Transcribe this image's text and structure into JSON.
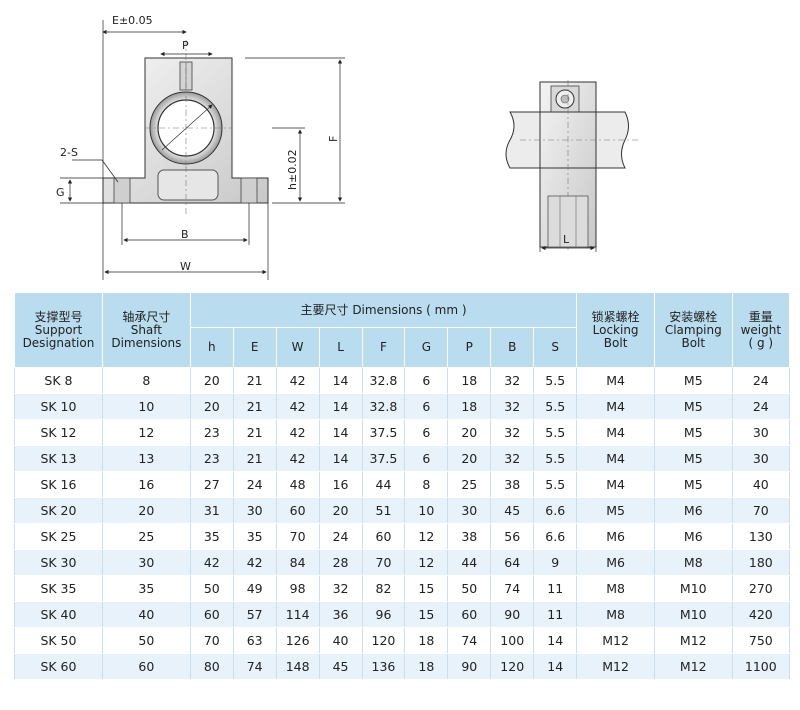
{
  "drawing": {
    "front_labels": {
      "e": "E±0.05",
      "p": "P",
      "two_s": "2-S",
      "g": "G",
      "h": "h±0.02",
      "f": "F",
      "b": "B",
      "w": "W"
    },
    "side_labels": {
      "l": "L"
    }
  },
  "table": {
    "header": {
      "support": {
        "cn": "支撑型号",
        "en1": "Support",
        "en2": "Designation"
      },
      "shaft": {
        "cn": "轴承尺寸",
        "en1": "Shaft",
        "en2": "Dimensions"
      },
      "main_dims": "主要尺寸 Dimensions ( mm )",
      "locking": {
        "cn": "锁紧螺栓",
        "en1": "Locking",
        "en2": "Bolt"
      },
      "clamping": {
        "cn": "安装螺栓",
        "en1": "Clamping",
        "en2": "Bolt"
      },
      "weight": {
        "cn": "重量",
        "en1": "weight",
        "en2": "( g )"
      },
      "dims": [
        "h",
        "E",
        "W",
        "L",
        "F",
        "G",
        "P",
        "B",
        "S"
      ]
    },
    "rows": [
      [
        "SK 8",
        "8",
        "20",
        "21",
        "42",
        "14",
        "32.8",
        "6",
        "18",
        "32",
        "5.5",
        "M4",
        "M5",
        "24"
      ],
      [
        "SK 10",
        "10",
        "20",
        "21",
        "42",
        "14",
        "32.8",
        "6",
        "18",
        "32",
        "5.5",
        "M4",
        "M5",
        "24"
      ],
      [
        "SK 12",
        "12",
        "23",
        "21",
        "42",
        "14",
        "37.5",
        "6",
        "20",
        "32",
        "5.5",
        "M4",
        "M5",
        "30"
      ],
      [
        "SK 13",
        "13",
        "23",
        "21",
        "42",
        "14",
        "37.5",
        "6",
        "20",
        "32",
        "5.5",
        "M4",
        "M5",
        "30"
      ],
      [
        "SK 16",
        "16",
        "27",
        "24",
        "48",
        "16",
        "44",
        "8",
        "25",
        "38",
        "5.5",
        "M4",
        "M5",
        "40"
      ],
      [
        "SK 20",
        "20",
        "31",
        "30",
        "60",
        "20",
        "51",
        "10",
        "30",
        "45",
        "6.6",
        "M5",
        "M6",
        "70"
      ],
      [
        "SK 25",
        "25",
        "35",
        "35",
        "70",
        "24",
        "60",
        "12",
        "38",
        "56",
        "6.6",
        "M6",
        "M6",
        "130"
      ],
      [
        "SK 30",
        "30",
        "42",
        "42",
        "84",
        "28",
        "70",
        "12",
        "44",
        "64",
        "9",
        "M6",
        "M8",
        "180"
      ],
      [
        "SK 35",
        "35",
        "50",
        "49",
        "98",
        "32",
        "82",
        "15",
        "50",
        "74",
        "11",
        "M8",
        "M10",
        "270"
      ],
      [
        "SK 40",
        "40",
        "60",
        "57",
        "114",
        "36",
        "96",
        "15",
        "60",
        "90",
        "11",
        "M8",
        "M10",
        "420"
      ],
      [
        "SK 50",
        "50",
        "70",
        "63",
        "126",
        "40",
        "120",
        "18",
        "74",
        "100",
        "14",
        "M12",
        "M12",
        "750"
      ],
      [
        "SK 60",
        "60",
        "80",
        "74",
        "148",
        "45",
        "136",
        "18",
        "90",
        "120",
        "14",
        "M12",
        "M12",
        "1100"
      ]
    ]
  }
}
